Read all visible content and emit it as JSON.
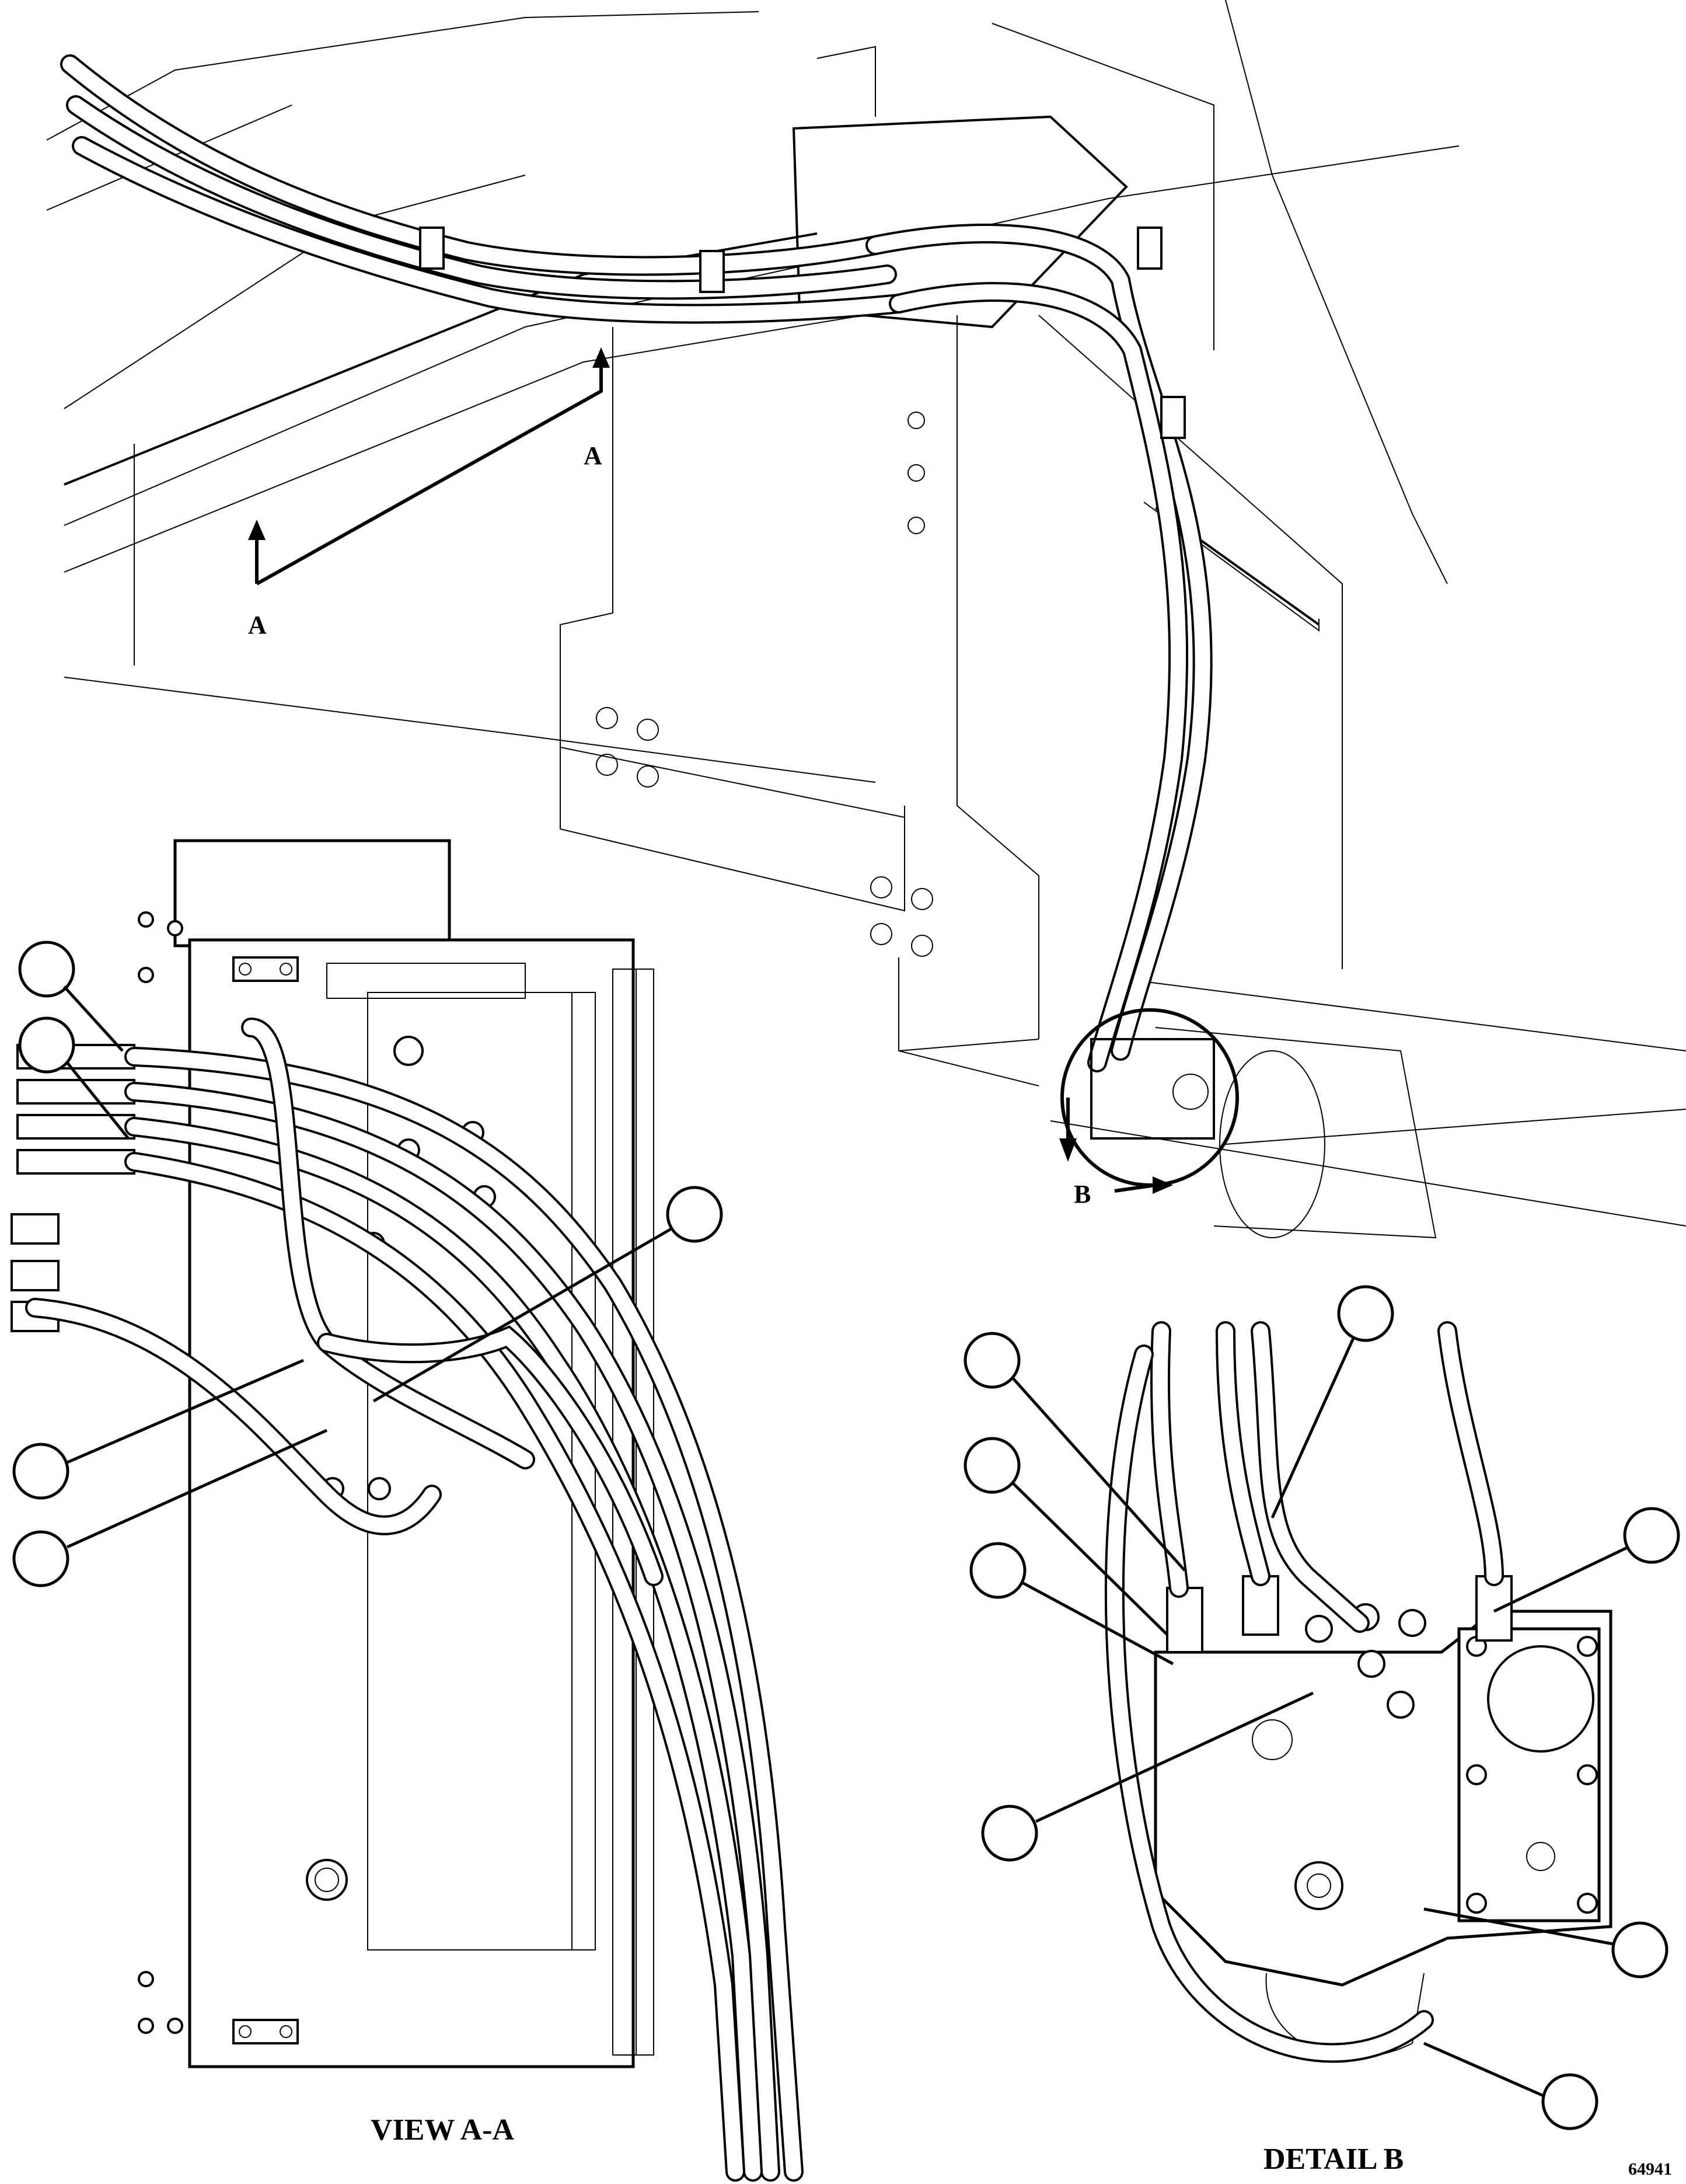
{
  "figure": {
    "section_arrow_label_top": "A",
    "section_arrow_label_left": "A",
    "detail_circle_label": "B",
    "view_a_title": "VIEW A-A",
    "detail_b_title": "DETAIL B",
    "figure_number": "64941"
  },
  "view_a_callouts": 5,
  "detail_b_callouts": 8
}
